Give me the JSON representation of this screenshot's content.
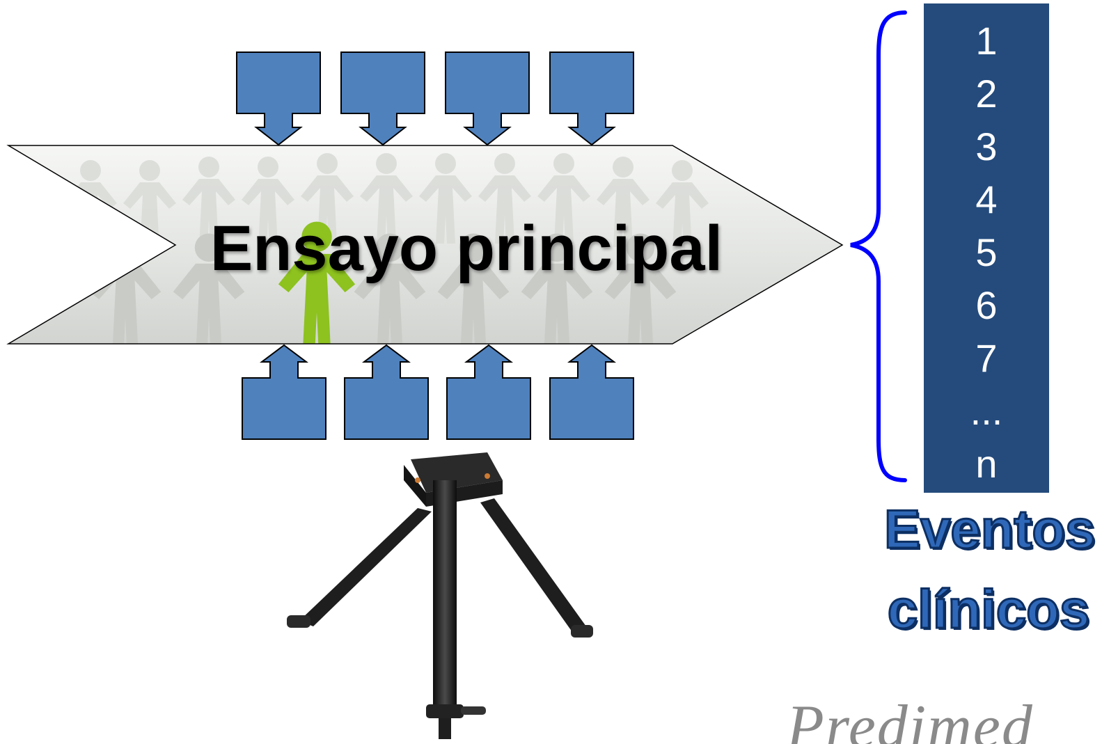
{
  "main": {
    "arrow_label": "Ensayo principal"
  },
  "events": {
    "items": [
      "1",
      "2",
      "3",
      "4",
      "5",
      "6",
      "7",
      "...",
      "n"
    ],
    "title_line1": "Eventos",
    "title_line2": "clínicos"
  },
  "logo": {
    "text": "Predimed"
  },
  "colors": {
    "input_box": "#4f81bd",
    "input_box_border": "#000000",
    "events_column": "#254b7c",
    "brace": "#0000ff",
    "events_title": "#2f68b8",
    "people_green": "#8dc21f",
    "tripod": "#1e1e1e"
  }
}
